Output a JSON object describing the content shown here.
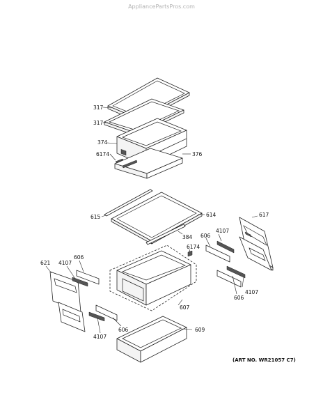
{
  "watermark": "AppliancePartsPros.com",
  "art_number": "(ART NO. WR21057 C7)",
  "callouts": {
    "c317a": "317",
    "c317b": "317",
    "c374": "374",
    "c6174a": "6174",
    "c376": "376",
    "c615": "615",
    "c614": "614",
    "c384": "384",
    "c617": "617",
    "c4107a": "4107",
    "c606a": "606",
    "c6174b": "6174",
    "c621": "621",
    "c4107b": "4107",
    "c606b": "606",
    "c4107c": "4107",
    "c606c": "606",
    "c607": "607",
    "c606d": "606",
    "c4107d": "4107",
    "c609": "609"
  }
}
